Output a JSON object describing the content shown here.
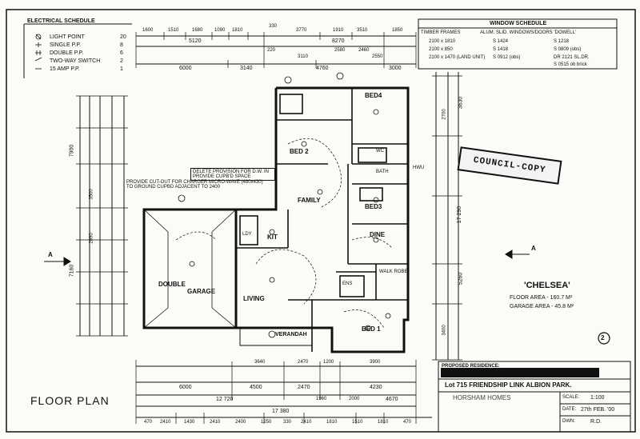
{
  "electrical_schedule": {
    "title": "ELECTRICAL SCHEDULE",
    "rows": [
      {
        "label": "LIGHT POINT",
        "count": "20"
      },
      {
        "label": "SINGLE P.P.",
        "count": "8"
      },
      {
        "label": "DOUBLE P.P.",
        "count": "6"
      },
      {
        "label": "TWO-WAY SWITCH",
        "count": "2"
      },
      {
        "label": "15 AMP P.P.",
        "count": "1"
      }
    ]
  },
  "window_schedule": {
    "title": "WINDOW SCHEDULE",
    "headers": [
      "TIMBER FRAMES",
      "ALUM. SLID. WINDOWS/DOORS 'DOWELL'"
    ],
    "items": [
      "2100 x 1810",
      "2100 x 850",
      "2100 x 1470 (LAND UNIT)",
      "S 1424",
      "S 1418",
      "S 0912 (obs)",
      "S 1218",
      "S 0809 (obs)",
      "DR 2121 SL.DR.",
      "S 0515 ob brick"
    ]
  },
  "rooms": {
    "bed4": "BED4",
    "bed2": "BED 2",
    "family": "FAMILY",
    "bed3": "BED3",
    "dine": "DINE",
    "kit": "KIT",
    "double": "DOUBLE",
    "garage": "GARAGE",
    "living": "LIVING",
    "verandah": "VERANDAH",
    "bed1": "BED 1",
    "walk_robe": "WALK ROBE",
    "bath": "BATH",
    "ens": "ENS",
    "ldy": "LDY",
    "wc": "WC"
  },
  "notes": {
    "delete_provision": "DELETE PROVISION FOR D.W. IN PROVIDE CUPB'D SPACE",
    "provide_cutout": "PROVIDE CUT-OUT FOR CHARGER MICRO-WAVE (480x430) TO GROUND CUPBD ADJACENT TO 2400",
    "council_copy": "COUNCIL-COPY",
    "hwu": "HWU",
    "section_marker": "A"
  },
  "house_name": "'CHELSEA'",
  "areas": {
    "floor_area": "FLOOR AREA - 160.7 M²",
    "garage_area": "GARAGE AREA - 45.8 M²"
  },
  "sheet_number": "2",
  "drawing_title": "FLOOR PLAN",
  "title_block": {
    "heading": "PROPOSED RESIDENCE:",
    "address": "Lot 715 FRIENDSHIP LINK ALBION PARK.",
    "builder": "HORSHAM HOMES",
    "scale_label": "SCALE:",
    "scale": "1:100",
    "date_label": "DATE:",
    "date": "27th FEB. '00",
    "drawn_label": "DWN:",
    "drawn": "R.D."
  },
  "dimensions": {
    "top_row1": [
      "1600",
      "1510",
      "1680",
      "1090",
      "1810",
      "330",
      "3770",
      "1910",
      "3510",
      "1850"
    ],
    "top_row2": [
      "5120",
      "8270"
    ],
    "top_row3": [
      "6000",
      "3140",
      "4760",
      "3000"
    ],
    "top_small": [
      "220",
      "3110",
      "2550",
      "2580",
      "2460"
    ],
    "bottom_row1": [
      "3640",
      "2470",
      "1200",
      "3900"
    ],
    "bottom_row2": [
      "6000",
      "4500",
      "2470",
      "4230"
    ],
    "bottom_row3": [
      "1960",
      "2000"
    ],
    "bottom_total": [
      "12 720",
      "4670",
      "17 380"
    ],
    "bottom_row4": [
      "470",
      "2410",
      "1430",
      "2410",
      "2400",
      "1250",
      "330",
      "2410",
      "1810",
      "1510",
      "1810",
      "470"
    ],
    "left_totals": [
      "7900",
      "7160",
      "3500",
      "2890"
    ],
    "right_totals": [
      "3630",
      "17 290",
      "5260",
      "3400",
      "2700"
    ]
  }
}
